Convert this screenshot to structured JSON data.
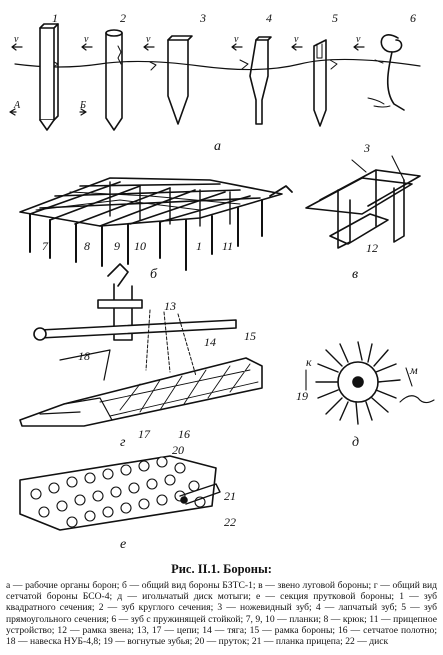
{
  "figure": {
    "panel_labels": {
      "a": "а",
      "b": "б",
      "v": "в",
      "g": "г",
      "d": "д",
      "e": "е"
    },
    "tooth_labels": [
      "1",
      "2",
      "3",
      "4",
      "5",
      "6"
    ],
    "arrow_v": "v",
    "arrow_A": "А",
    "arrow_B": "Б",
    "harrow_labels": [
      "7",
      "8",
      "9",
      "10",
      "1",
      "11"
    ],
    "section_label_3": "3",
    "section_label_12": "12",
    "mesh_labels": [
      "13",
      "14",
      "15",
      "18",
      "17",
      "16"
    ],
    "hoe_labels": {
      "k": "к",
      "m": "м",
      "n19": "19"
    },
    "disc_labels": [
      "20",
      "21",
      "22"
    ]
  },
  "caption": {
    "title": "Рис. II.1. Бороны:",
    "body": "а — рабочие органы борон; б — общий вид бороны БЗТС-1; в — звено луговой бороны; г — общий вид сетчатой бороны БСО-4; д — игольчатый диск мотыги; е — секция прутковой бороны; 1 — зуб квадратного сечения; 2 — зуб круглого сечения; 3 — ножевидный зуб; 4 — лапчатый зуб; 5 — зуб прямоугольного сечения; 6 — зуб с пружинящей стойкой; 7, 9, 10 — планки; 8 — крюк; 11 — прицепное устройство; 12 — рамка звена; 13, 17 — цепи; 14 — тяга; 15 — рамка бороны; 16 — сетчатое полотно; 18 — навеска НУБ-4,8; 19 — вогнутые зубья; 20 — пруток; 21 — планка прицепа; 22 — диск"
  },
  "colors": {
    "ink": "#111111",
    "paper": "#ffffff"
  }
}
